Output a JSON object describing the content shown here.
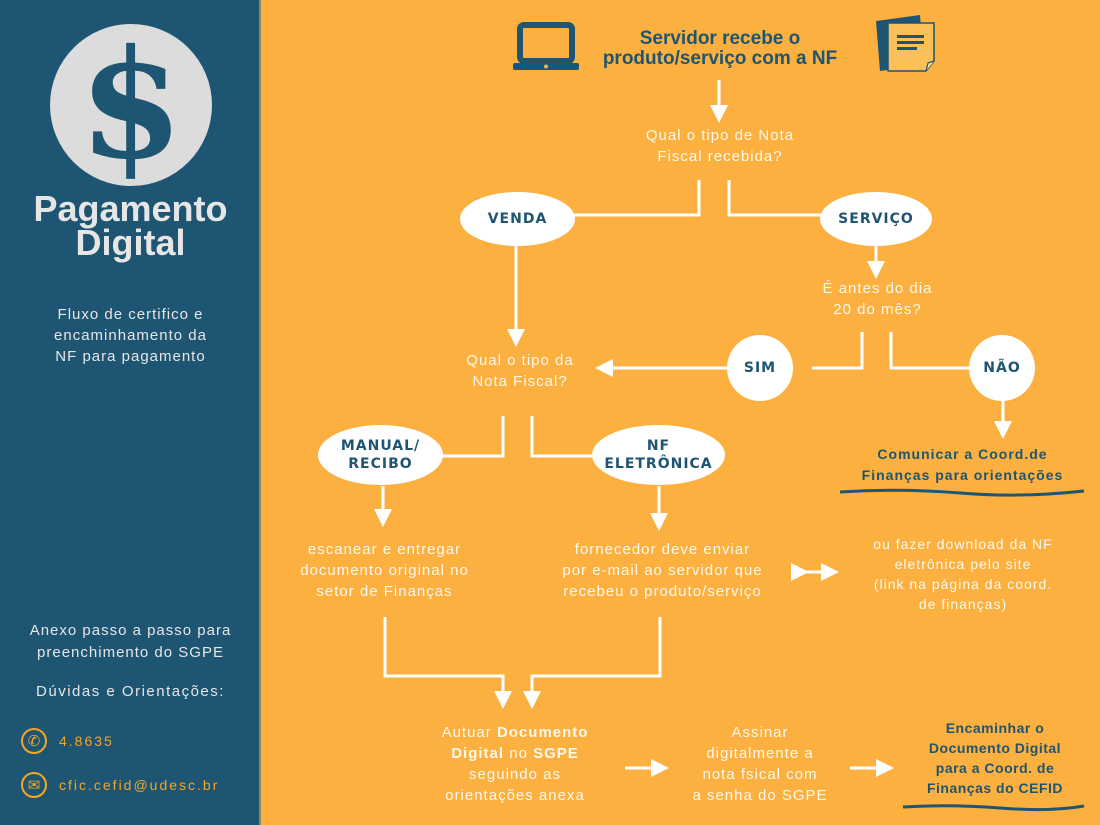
{
  "sidebar": {
    "logo_icon": "dollar-sign-icon",
    "logo_glyph": "$",
    "title_line1": "Pagamento",
    "title_line2": "Digital",
    "subtitle_lines": [
      "Fluxo de certifico e",
      "encaminhamento da",
      "NF para pagamento"
    ],
    "anexo_lines": [
      "Anexo passo a passo para",
      "preenchimento do SGPE"
    ],
    "duvidas": "Dúvidas e Orientações:",
    "phone": {
      "icon": "phone-icon",
      "glyph": "✆",
      "value": "4.8635"
    },
    "email": {
      "icon": "envelope-icon",
      "glyph": "✉",
      "value": "cfic.cefid@udesc.br"
    }
  },
  "colors": {
    "sidebar_bg": "#1e5572",
    "main_bg": "#fbb040",
    "accent_dark": "#1e5572",
    "contact_accent": "#f5a623"
  },
  "flow": {
    "header": {
      "left_icon": "laptop-icon",
      "right_icon": "document-icon",
      "lines": [
        "Servidor recebe o",
        "produto/serviço com a NF"
      ]
    },
    "q1": [
      "Qual o tipo de Nota",
      "Fiscal recebida?"
    ],
    "venda": "VENDA",
    "servico": "SERVIÇO",
    "q_dia20": [
      "É antes do dia",
      "20 do mês?"
    ],
    "sim": "SIM",
    "nao": "NÃO",
    "q_tipo": [
      "Qual o tipo da",
      "Nota Fiscal?"
    ],
    "comunicar": [
      "Comunicar a Coord.de",
      "Finanças para orientações"
    ],
    "manual": [
      "MANUAL/",
      "RECIBO"
    ],
    "nfe": [
      "NF",
      "ELETRÔNICA"
    ],
    "escanear": [
      "escanear e entregar",
      "documento original no",
      "setor de Finanças"
    ],
    "fornecedor": [
      "fornecedor deve enviar",
      "por e-mail ao servidor que",
      "recebeu o produto/serviço"
    ],
    "download": [
      "ou fazer download da NF",
      "eletrônica pelo site",
      "(link na página da coord.",
      "de finanças)"
    ],
    "autuar": {
      "p1": "Autuar ",
      "p2": "Documento",
      "p3": "Digital",
      "p4": " no ",
      "p5": "SGPE",
      "line3": "seguindo as",
      "line4": "orientações anexa"
    },
    "assinar": [
      "Assinar",
      "digitalmente a",
      "nota fsical com",
      "a senha do SGPE"
    ],
    "encaminhar": [
      "Encaminhar o",
      "Documento Digital",
      "para a Coord. de",
      "Finanças do CEFID"
    ]
  }
}
